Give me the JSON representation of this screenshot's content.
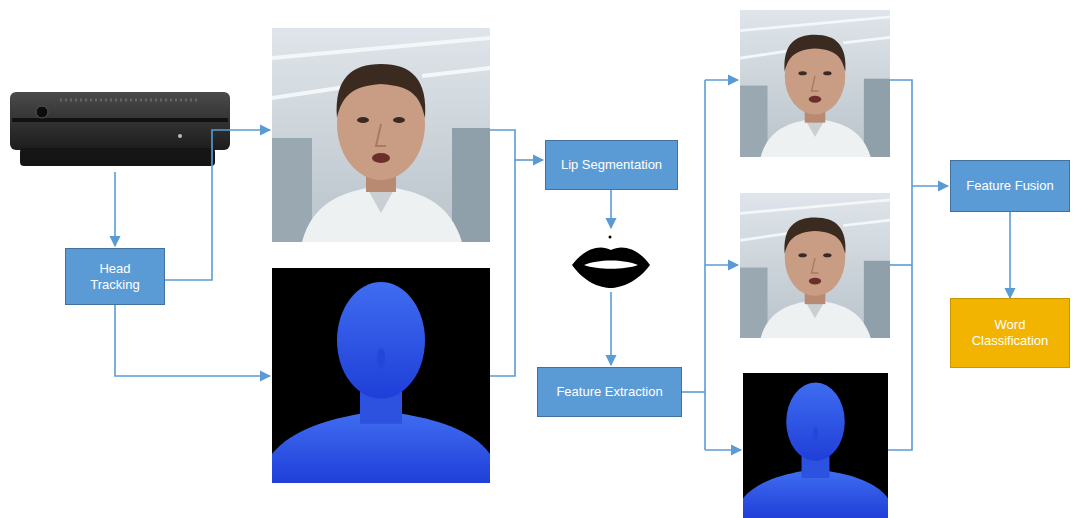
{
  "diagram": {
    "nodes": [
      {
        "text": [
          "Head Tracking"
        ]
      },
      {
        "text": [
          "Lip Segmentation"
        ]
      },
      {
        "text": [
          "Feature Extraction"
        ]
      },
      {
        "text": [
          "Feature Fusion"
        ]
      },
      {
        "text": [
          "Word Classification"
        ]
      }
    ],
    "edges": [
      {
        "from": 3,
        "to": 4,
        "arrow": "to"
      }
    ]
  }
}
